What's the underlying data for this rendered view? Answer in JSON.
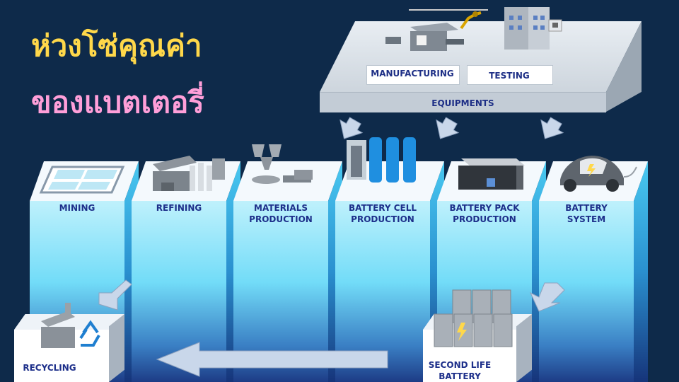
{
  "title": {
    "line1": "ห่วงโซ่คุณค่า",
    "line2": "ของแบตเตอรี่"
  },
  "equipments": {
    "manufacturing_label": "MANUFACTURING",
    "testing_label": "TESTING",
    "equipments_label": "EQUIPMENTS"
  },
  "stages": [
    {
      "label": "MINING",
      "icon": "solar-pond-icon"
    },
    {
      "label": "REFINING",
      "icon": "refinery-icon"
    },
    {
      "label": "MATERIALS\nPRODUCTION",
      "icon": "material-hoppers-icon"
    },
    {
      "label": "BATTERY CELL\nPRODUCTION",
      "icon": "battery-cells-icon"
    },
    {
      "label": "BATTERY PACK\nPRODUCTION",
      "icon": "battery-pack-icon"
    },
    {
      "label": "BATTERY\nSYSTEM",
      "icon": "electric-car-icon"
    }
  ],
  "recycling": {
    "label": "RECYCLING",
    "icon": "recycle-factory-icon"
  },
  "second_life": {
    "label": "SECOND LIFE\nBATTERY",
    "icon": "battery-racks-icon"
  },
  "colors": {
    "background": "#0e2a4a",
    "title_line1": "#ffd84a",
    "title_line2": "#ff9fd9",
    "label_text": "#1d2f8a",
    "pillar_top": "#bff1fc",
    "pillar_bottom": "#1d3c86",
    "arrow": "#c9d7ea"
  }
}
